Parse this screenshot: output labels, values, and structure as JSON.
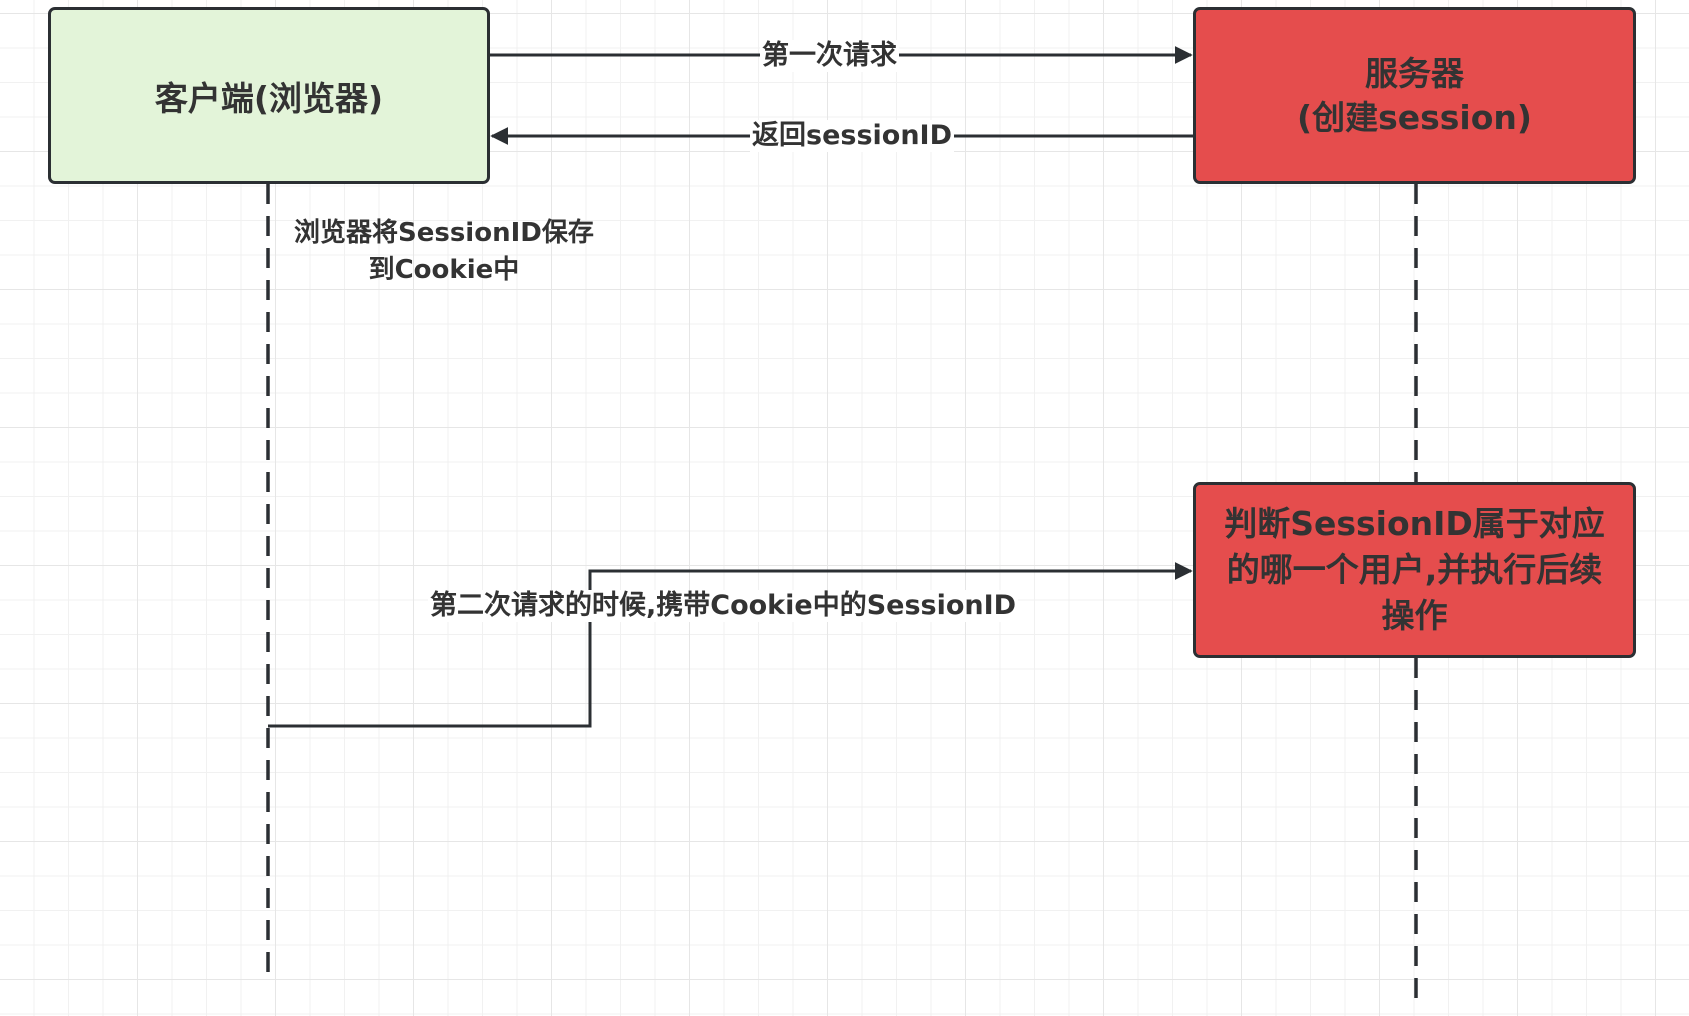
{
  "diagram": {
    "type": "sequence",
    "colors": {
      "client_fill": "#e3f4d9",
      "server_fill": "#e54d4d",
      "stroke": "#2b2f33",
      "text": "#333333"
    },
    "participants": {
      "client": {
        "label": "客户端(浏览器)"
      },
      "server": {
        "label": "服务器\n(创建session)"
      }
    },
    "activation": {
      "label": "判断SessionID属于对应的哪一个用户,并执行后续操作"
    },
    "messages": {
      "first_request": {
        "label": "第一次请求",
        "from": "client",
        "to": "server"
      },
      "return_session": {
        "label": "返回sessionID",
        "from": "server",
        "to": "client"
      },
      "second_request": {
        "label": "第二次请求的时候,携带Cookie中的SessionID",
        "from": "client",
        "to": "server"
      }
    },
    "notes": {
      "save_cookie": {
        "label": "浏览器将SessionID保存\n到Cookie中"
      }
    }
  }
}
